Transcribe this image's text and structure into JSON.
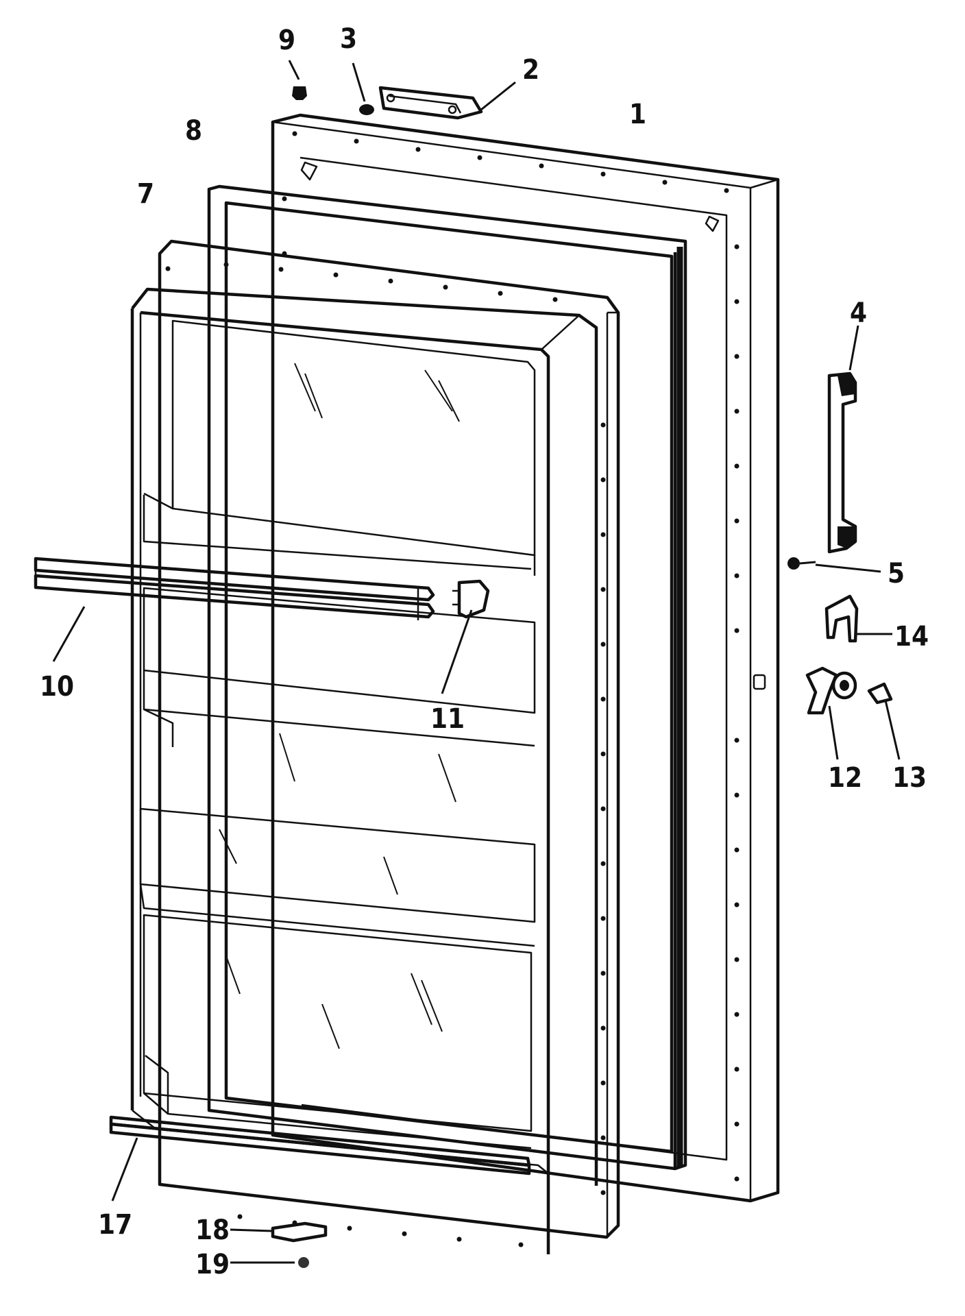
{
  "diagram": {
    "type": "exploded-parts-view",
    "parts": [
      {
        "id": "p1",
        "label": "1"
      },
      {
        "id": "p2",
        "label": "2"
      },
      {
        "id": "p3",
        "label": "3"
      },
      {
        "id": "p4",
        "label": "4"
      },
      {
        "id": "p5",
        "label": "5"
      },
      {
        "id": "p7",
        "label": "7"
      },
      {
        "id": "p8",
        "label": "8"
      },
      {
        "id": "p9",
        "label": "9"
      },
      {
        "id": "p10",
        "label": "10"
      },
      {
        "id": "p11",
        "label": "11"
      },
      {
        "id": "p12",
        "label": "12"
      },
      {
        "id": "p13",
        "label": "13"
      },
      {
        "id": "p14",
        "label": "14"
      },
      {
        "id": "p17",
        "label": "17"
      },
      {
        "id": "p18",
        "label": "18"
      },
      {
        "id": "p19",
        "label": "19"
      }
    ]
  }
}
